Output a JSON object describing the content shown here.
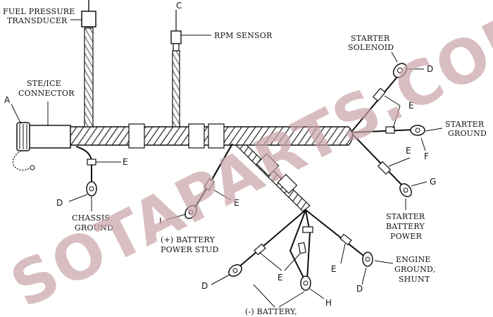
{
  "labels": {
    "fuel_pressure_1": "FUEL PRESSURE",
    "fuel_pressure_2": "TRANSDUCER",
    "rpm_sensor": "RPM SENSOR",
    "ste_1": "STE/ICE",
    "ste_2": "CONNECTOR",
    "starter_solenoid_1": "STARTER",
    "starter_solenoid_2": "SOLENOID",
    "starter_ground_1": "STARTER",
    "starter_ground_2": "GROUND",
    "chassis_1": "CHASSIS",
    "chassis_2": "GROUND",
    "battery_stud_1": "(+) BATTERY",
    "battery_stud_2": "POWER STUD",
    "starter_battery_1": "STARTER",
    "starter_battery_2": "BATTERY",
    "starter_battery_3": "POWER",
    "engine_ground_1": "ENGINE",
    "engine_ground_2": "GROUND,",
    "engine_ground_3": "SHUNT",
    "neg_battery": "(-) BATTERY,"
  },
  "callouts": {
    "A": "A",
    "C": "C",
    "D": "D",
    "E": "E",
    "F": "F",
    "G": "G",
    "H": "H",
    "I": "I"
  },
  "watermark": "SOTAPARTS.COM",
  "colors": {
    "line": "#111111",
    "watermark": "#c9a3a6"
  }
}
